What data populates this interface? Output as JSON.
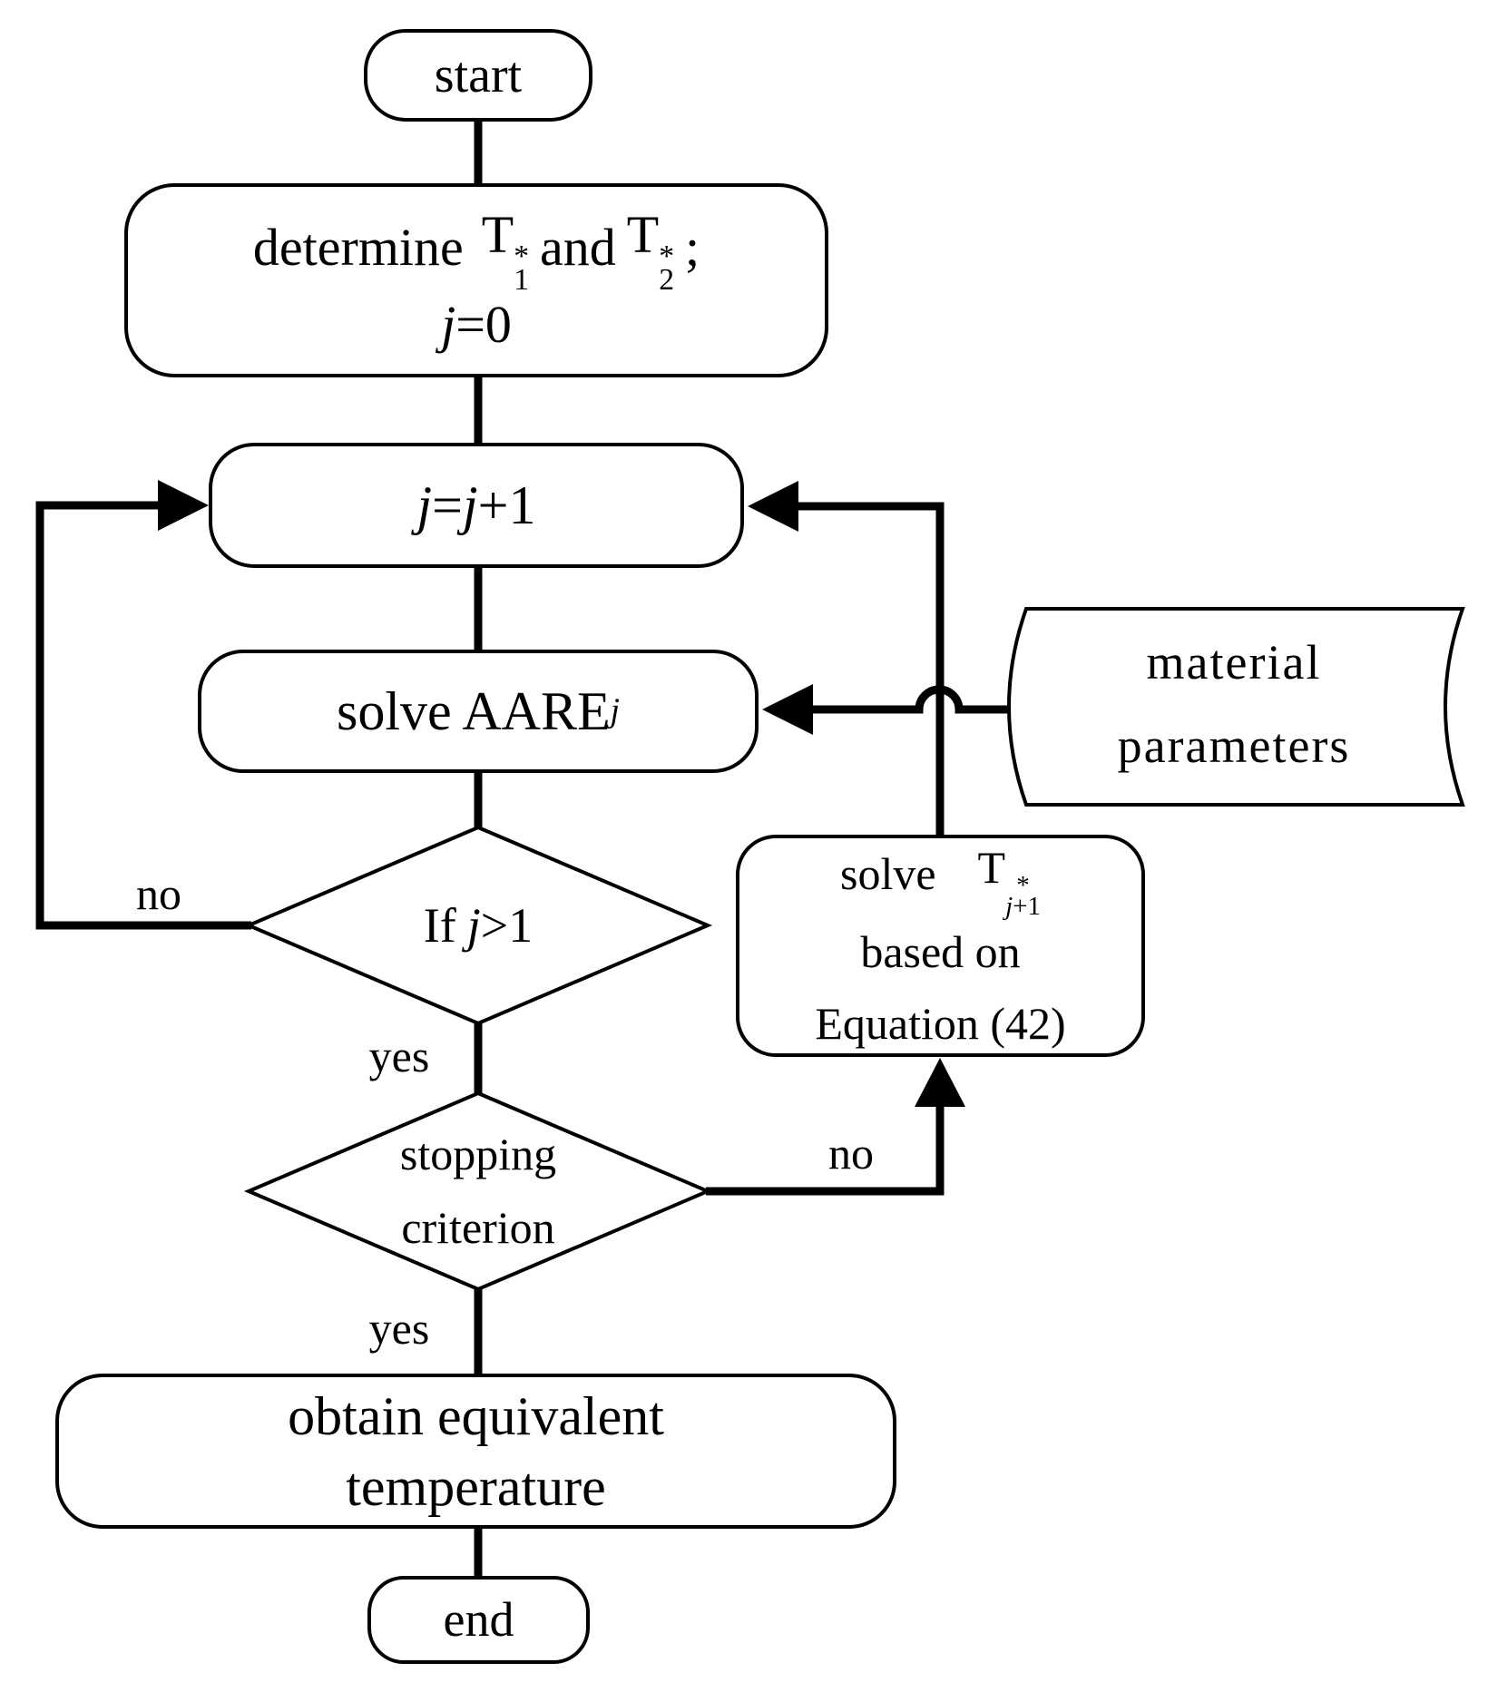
{
  "colors": {
    "ink": "#000000",
    "paper": "#ffffff"
  },
  "nodes": {
    "start": {
      "label": "start"
    },
    "init": {
      "word": "determine",
      "t1": {
        "base": "T",
        "sup": "*",
        "sub": "1"
      },
      "conj": "and",
      "t2": {
        "base": "T",
        "sup": "*",
        "sub": "2"
      },
      "punct": ";",
      "line2_var": "j",
      "line2_rest": "=0"
    },
    "increment": {
      "var1": "j",
      "mid": "=",
      "var2": "j",
      "rest": "+1"
    },
    "solve_aare": {
      "prefix": "solve AARE",
      "sub": "j"
    },
    "decision_j": {
      "prefix": "If",
      "var": "j",
      "cond": ">1"
    },
    "material": {
      "line1": "material",
      "line2": "parameters"
    },
    "solve_t": {
      "word": "solve",
      "t": {
        "base": "T",
        "sup": "*",
        "sub_var": "j",
        "sub_rest": "+1"
      },
      "line2": "based on",
      "line3": "Equation (42)"
    },
    "stopping": {
      "line1": "stopping",
      "line2": "criterion"
    },
    "obtain": {
      "line1": "obtain equivalent",
      "line2": "temperature"
    },
    "end": {
      "label": "end"
    }
  },
  "edge_labels": {
    "no_left": "no",
    "yes_mid": "yes",
    "no_right": "no",
    "yes_bottom": "yes"
  }
}
